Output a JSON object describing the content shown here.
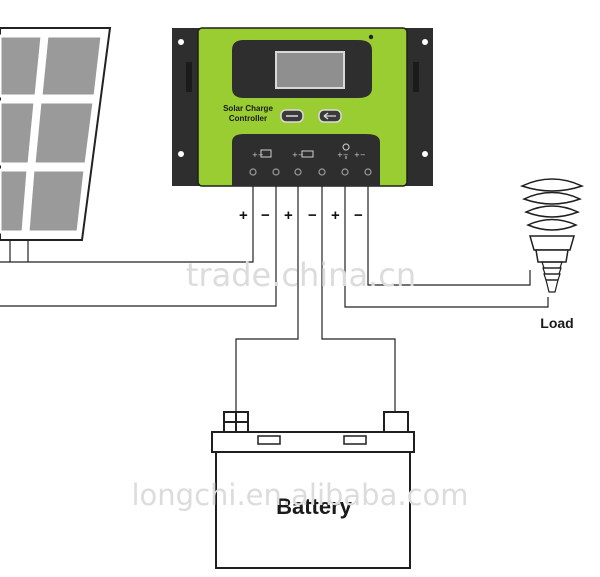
{
  "controller": {
    "title_line1": "Solar Charge",
    "title_line2": "Controller"
  },
  "terminals": [
    "+",
    "−",
    "+",
    "−",
    "+",
    "−"
  ],
  "load": {
    "label": "Load"
  },
  "battery": {
    "label": "Battery"
  },
  "watermarks": {
    "top": "trade.china.cn",
    "bottom": "longchi.en.alibaba.com"
  },
  "colors": {
    "controller_green": "#9ACD32",
    "controller_dark": "#2e2e2e",
    "panel_gray": "#9a9a9a"
  }
}
